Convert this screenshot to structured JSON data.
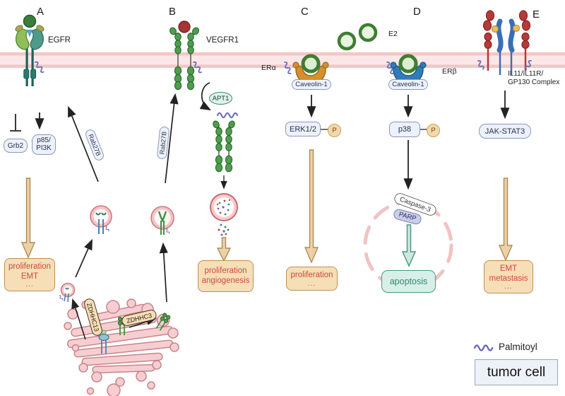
{
  "panel_a": {
    "letter": "A",
    "receptor_label": "EGFR",
    "inhibited_adaptor_label": "Grb2",
    "adaptor_line1": "p85/",
    "adaptor_line2": "PI3K",
    "trafficking_label": "Rab27B",
    "outcome_line1": "proliferation",
    "outcome_line2": "EMT",
    "outcome_more": "..."
  },
  "panel_b": {
    "letter": "B",
    "receptor_label": "VEGFR1",
    "depalmitoylase_label": "APT1",
    "trafficking_label": "Rab27B",
    "outcome_line1": "proliferation",
    "outcome_line2": "angiogenesis"
  },
  "panel_c": {
    "letter": "C",
    "ligand_label": "E2",
    "receptor_label": "ERα",
    "scaffold_label": "Caveolin-1",
    "kinase_label": "ERK1/2",
    "phospho_label": "P",
    "outcome_line1": "proliferation",
    "outcome_more": "..."
  },
  "panel_d": {
    "letter": "D",
    "receptor_label": "ERβ",
    "scaffold_label": "Caveolin-1",
    "kinase_label": "p38",
    "phospho_label": "P",
    "effector1_label": "Caspase-3",
    "effector2_label": "PARP",
    "outcome_label": "apoptosis"
  },
  "panel_e": {
    "letter": "E",
    "receptor_line1": "IL11/IL11R/",
    "receptor_line2": "GP130 Complex",
    "pathway_label": "JAK-STAT3",
    "outcome_line1": "EMT",
    "outcome_line2": "metastasis",
    "outcome_more": "..."
  },
  "golgi": {
    "enzyme1_label": "ZDHHC13",
    "enzyme2_label": "ZDHHC3"
  },
  "legend": {
    "palmitoyl_label": "Palmitoyl",
    "tumor_cell_label": "tumor cell"
  },
  "colors": {
    "membrane_fill": "#fbe7e7",
    "membrane_edge": "#f3c6c6",
    "palmitoyl_purple": "#6b6bb8",
    "outcome_box_fill": "#f6deb7",
    "outcome_text_red": "#cf4a3f",
    "apoptosis_teal": "#2e8874",
    "golgi_pink": "#f6ced2",
    "vegfr_green": "#4f9e4f",
    "era_orange": "#d78f2c",
    "erb_blue": "#2e7cb8",
    "tan_arrow": "#ecd0a8",
    "pill_lavender": "#edf1fa"
  }
}
